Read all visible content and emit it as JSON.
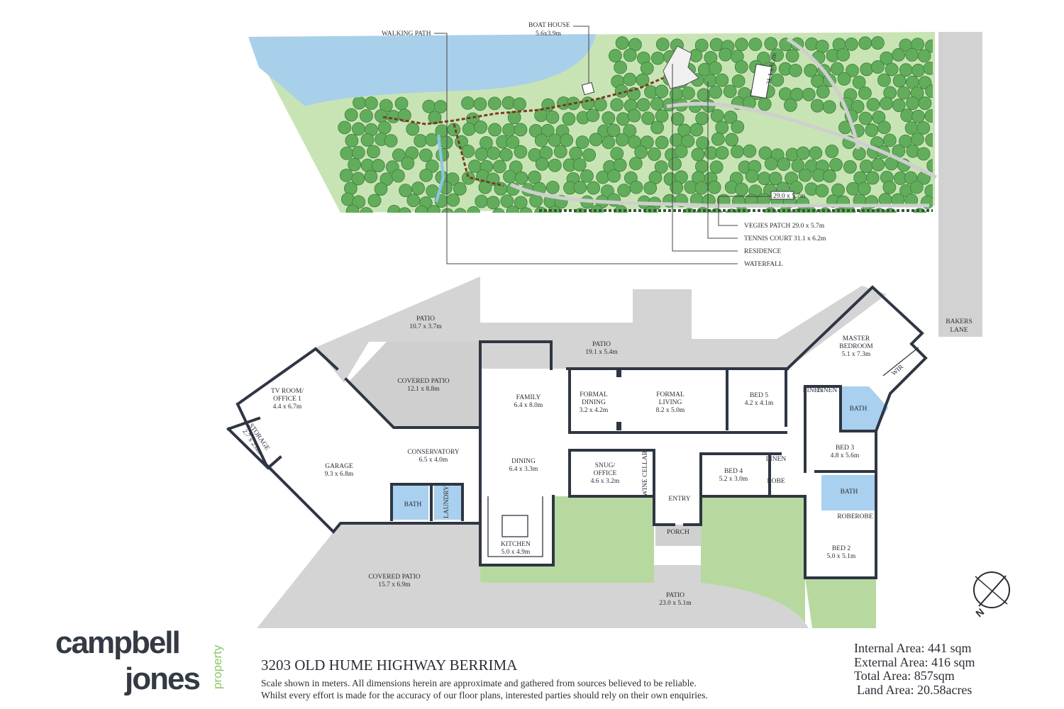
{
  "colors": {
    "wall": "#2f3643",
    "patio": "#d4d4d4",
    "lawn": "#b7d9a0",
    "water": "#a9d0ea",
    "bath": "#a9d0ee",
    "tree": "#62ad5c",
    "site_lawn": "#c9e4b4",
    "road": "#d2d2d2"
  },
  "site": {
    "labels": {
      "walking_path": "WALKING PATH",
      "boat_house": "BOAT HOUSE",
      "boat_house_dims": "5.6x3.9m",
      "vegies_patch": "VEGIES PATCH 29.0 x 5.7m",
      "tennis_court": "TENNIS COURT 31.1 x 6.2m",
      "residence": "RESIDENCE",
      "waterfall": "WATERFALL",
      "tennis_box": "31.1 x 6.2m",
      "vegies_box": "29.0 x 5.7m",
      "bakers_lane_1": "BAKERS",
      "bakers_lane_2": "LANE"
    }
  },
  "rooms": {
    "patio_nw": {
      "name": "PATIO",
      "dims": "10.7 x 3.7m"
    },
    "patio_n": {
      "name": "PATIO",
      "dims": "19.1 x 5.4m"
    },
    "covered_patio_n": {
      "name": "COVERED PATIO",
      "dims": "12.1 x 8.8m"
    },
    "tv_room": {
      "name1": "TV ROOM/",
      "name2": "OFFICE 1",
      "dims": "4.4 x 6.7m"
    },
    "storage": {
      "name": "STORAGE",
      "dims": "2.7 x 2.6m"
    },
    "garage": {
      "name": "GARAGE",
      "dims": "9.3 x 6.8m"
    },
    "conservatory": {
      "name": "CONSERVATORY",
      "dims": "6.5 x 4.0m"
    },
    "bath_w": {
      "name": "BATH"
    },
    "laundry": {
      "name": "LAUNDRY"
    },
    "family": {
      "name": "FAMILY",
      "dims": "6.4 x 8.0m"
    },
    "dining": {
      "name": "DINING",
      "dims": "6.4 x 3.3m"
    },
    "kitchen": {
      "name": "KITCHEN",
      "dims": "5.0 x 4.9m"
    },
    "formal_dining": {
      "name1": "FORMAL",
      "name2": "DINING",
      "dims": "3.2 x 4.2m"
    },
    "formal_living": {
      "name1": "FORMAL",
      "name2": "LIVING",
      "dims": "8.2 x 5.0m"
    },
    "bed5": {
      "name": "BED 5",
      "dims": "4.2 x 4.1m"
    },
    "master": {
      "name1": "MASTER",
      "name2": "BEDROOM",
      "dims": "5.1 x 7.3m"
    },
    "wir": {
      "name": "WIR"
    },
    "bath_master": {
      "name": "BATH"
    },
    "bed3": {
      "name": "BED 3",
      "dims": "4.8 x 5.6m"
    },
    "bath_e": {
      "name": "BATH"
    },
    "bed2": {
      "name": "BED 2",
      "dims": "5.0 x 5.1m"
    },
    "snug": {
      "name1": "SNUG/",
      "name2": "OFFICE",
      "dims": "4.6 x 3.2m"
    },
    "wine_cellar": {
      "name": "WINE CELLAR"
    },
    "entry": {
      "name": "ENTRY"
    },
    "porch": {
      "name": "PORCH"
    },
    "bed4": {
      "name": "BED 4",
      "dims": "5.2 x 3.0m"
    },
    "covered_patio_s": {
      "name": "COVERED PATIO",
      "dims": "15.7 x 6.9m"
    },
    "patio_s": {
      "name": "PATIO",
      "dims": "23.0 x 5.1m"
    },
    "linen": "LINEN",
    "robe": "ROBE"
  },
  "compass": {
    "label": "N"
  },
  "logo": {
    "line1": "campbell",
    "line2": "jones",
    "side": "property"
  },
  "footer": {
    "address": "3203 OLD HUME HIGHWAY BERRIMA",
    "disclaimer1": "Scale shown in meters. All dimensions herein are approximate and gathered from sources believed to be reliable.",
    "disclaimer2": "Whilst every effort is made for the accuracy of our floor plans, interested parties should rely on their own enquiries.",
    "internal_area": "Internal Area: 441 sqm",
    "external_area": "External Area: 416 sqm",
    "total_area": "Total Area: 857sqm",
    "land_area": "Land Area: 20.58acres"
  }
}
